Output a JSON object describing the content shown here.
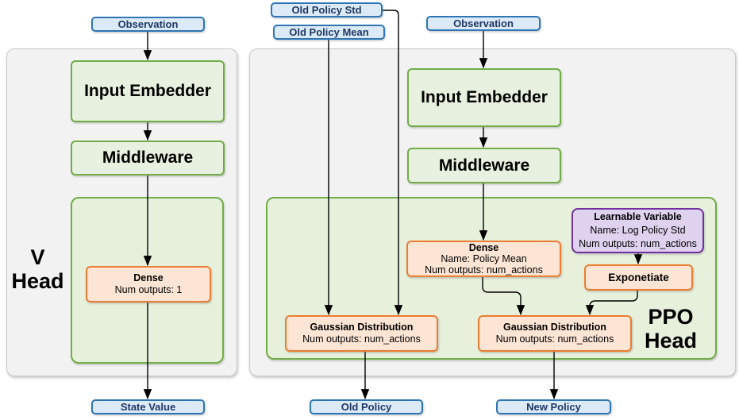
{
  "v_head": {
    "panel_label_line1": "V",
    "panel_label_line2": "Head",
    "observation": "Observation",
    "input_embedder": "Input Embedder",
    "middleware": "Middleware",
    "dense_title": "Dense",
    "dense_outputs": "Num outputs: 1",
    "output": "State Value"
  },
  "ppo_head": {
    "panel_label_line1": "PPO",
    "panel_label_line2": "Head",
    "old_policy_std": "Old Policy Std",
    "old_policy_mean": "Old Policy Mean",
    "observation": "Observation",
    "input_embedder": "Input Embedder",
    "middleware": "Middleware",
    "dense_title": "Dense",
    "dense_name": "Name: Policy Mean",
    "dense_outputs": "Num outputs: num_actions",
    "learnable_title": "Learnable Variable",
    "learnable_name": "Name: Log Policy Std",
    "learnable_outputs": "Num outputs: num_actions",
    "exponetiate": "Exponetiate",
    "gaussian_old_title": "Gaussian Distribution",
    "gaussian_old_outputs": "Num outputs: num_actions",
    "gaussian_new_title": "Gaussian Distribution",
    "gaussian_new_outputs": "Num outputs: num_actions",
    "old_policy_output": "Old Policy",
    "new_policy_output": "New Policy"
  },
  "colors": {
    "io_fill": "#DCE9F7",
    "io_border": "#2E75B6",
    "io_text": "#1F3864",
    "stage_fill": "#E8F1DF",
    "stage_border": "#70AD47",
    "operation_fill": "#FCE5D5",
    "operation_border": "#ED7D31",
    "variable_fill": "#DFD2EE",
    "variable_border": "#7030A0",
    "panel_fill": "#F2F2F2",
    "panel_border": "#C9C9C9",
    "connector": "#000000"
  }
}
